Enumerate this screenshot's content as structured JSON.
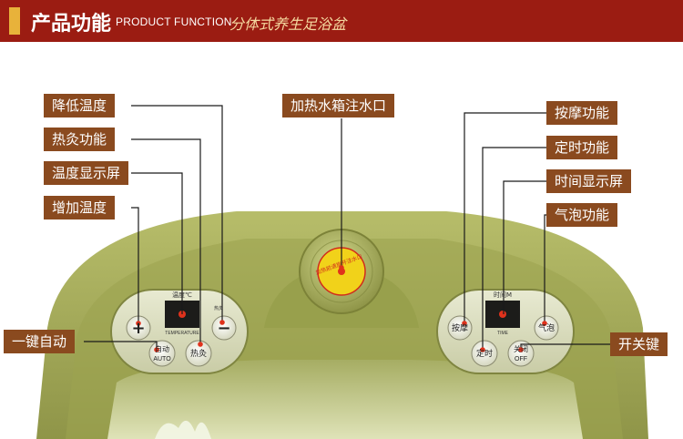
{
  "header": {
    "title": "产品功能",
    "subtitle": "PRODUCT FUNCTION",
    "tagline": "分体式养生足浴盆"
  },
  "callouts": {
    "decrease_temp": "降低温度",
    "moxibustion": "热灸功能",
    "temp_display": "温度显示屏",
    "increase_temp": "增加温度",
    "auto": "一键自动",
    "water_inlet": "加热水箱注水口",
    "massage": "按摩功能",
    "timer": "定时功能",
    "time_display": "时间显示屏",
    "bubble": "气泡功能",
    "power": "开关键"
  },
  "left_panel": {
    "display_label": "温度℃",
    "display_caption": "TEMPERATURE",
    "plus": "+",
    "minus": "−",
    "auto_cn": "自动",
    "auto_en": "AUTO",
    "moxa": "热灸",
    "moxa_indicator": "热灸"
  },
  "right_panel": {
    "display_label": "时间M",
    "display_caption": "TIME",
    "massage": "按摩",
    "bubble": "气泡",
    "timer": "定时",
    "power_cn": "关闭",
    "power_en": "OFF"
  },
  "cap": {
    "text": "加热前请旋开注水口"
  },
  "colors": {
    "header_bg": "#9b1c12",
    "header_tab": "#e8b23a",
    "callout_bg": "#8a4a1f",
    "body_olive": "#a7ad58",
    "led_red": "#e0321c"
  }
}
